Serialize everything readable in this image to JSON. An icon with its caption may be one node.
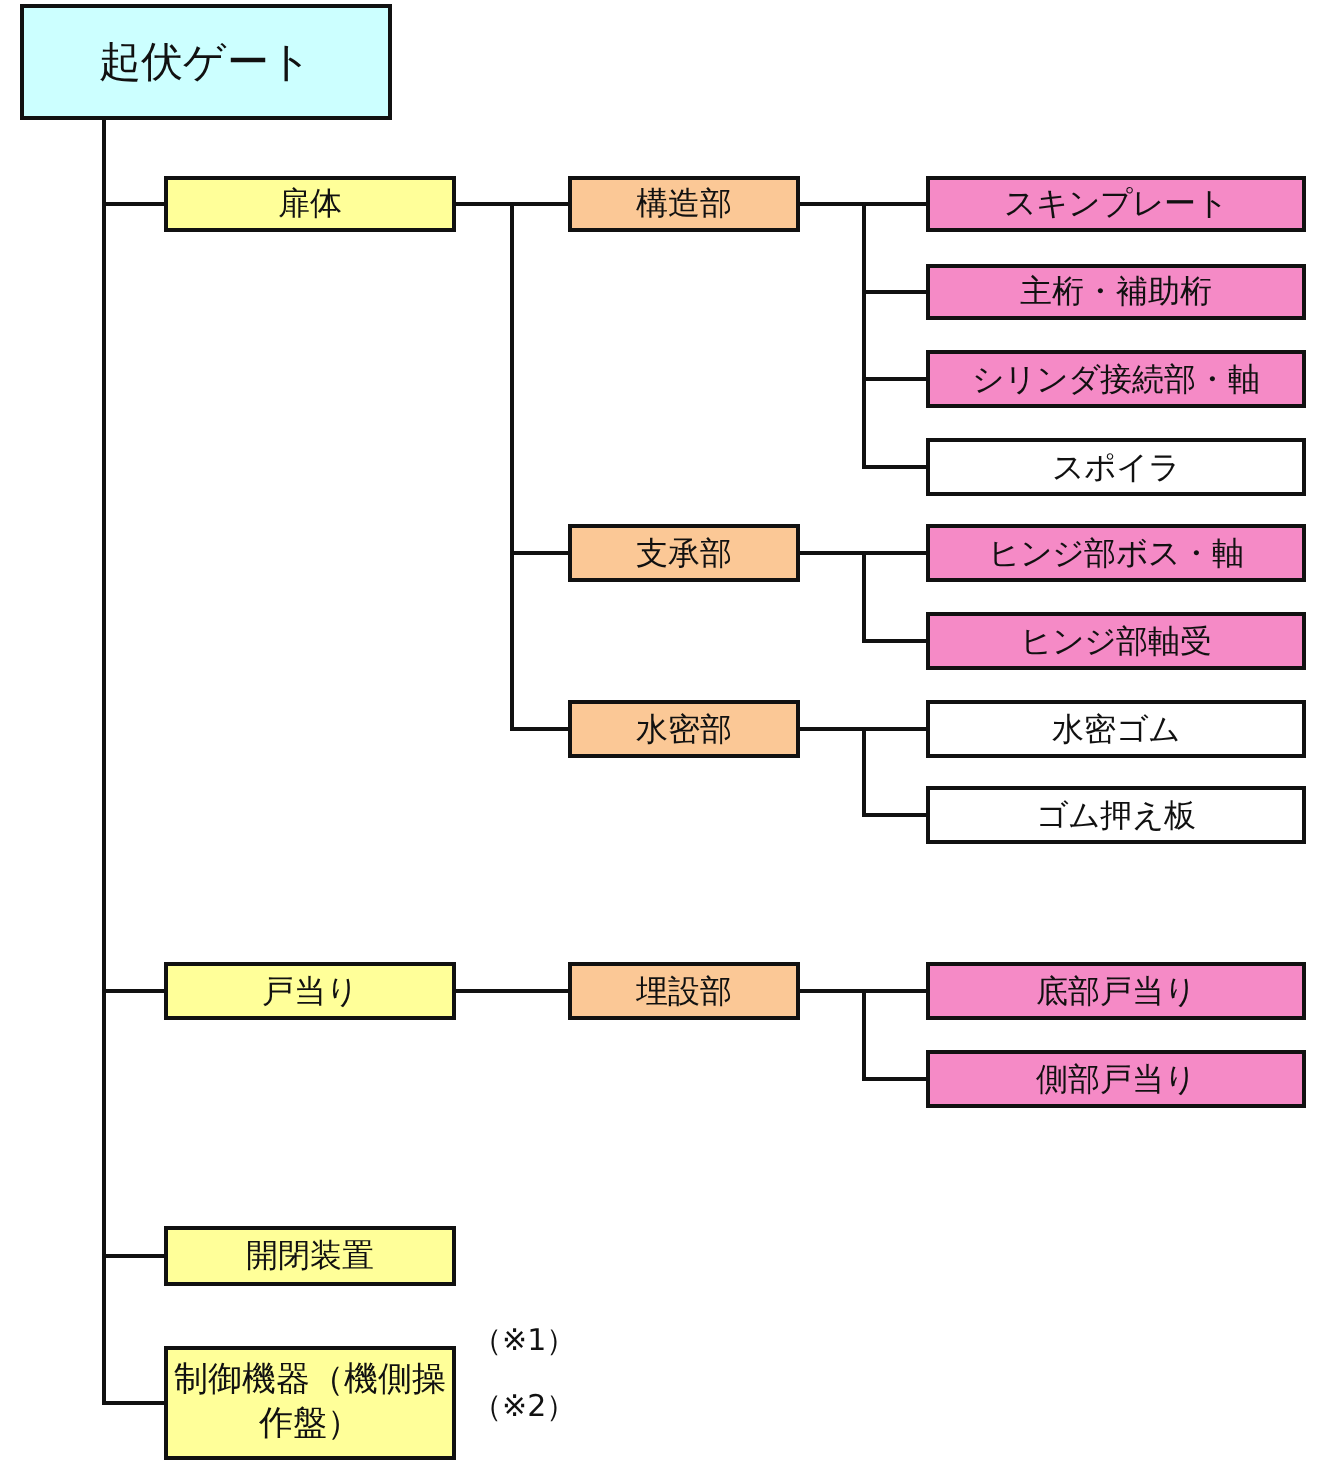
{
  "diagram": {
    "nodes": [
      {
        "text": [
          "起伏ゲート"
        ]
      },
      {
        "text": [
          "扉体"
        ]
      },
      {
        "text": [
          "構造部"
        ]
      },
      {
        "text": [
          "スキンプレート"
        ]
      },
      {
        "text": [
          "主桁・補助桁"
        ]
      },
      {
        "text": [
          "シリンダ接続部・軸"
        ]
      },
      {
        "text": [
          "スポイラ"
        ]
      },
      {
        "text": [
          "支承部"
        ]
      },
      {
        "text": [
          "ヒンジ部ボス・軸"
        ]
      },
      {
        "text": [
          "ヒンジ部軸受"
        ]
      },
      {
        "text": [
          "水密部"
        ]
      },
      {
        "text": [
          "水密ゴム"
        ]
      },
      {
        "text": [
          "ゴム押え板"
        ]
      },
      {
        "text": [
          "戸当り"
        ]
      },
      {
        "text": [
          "埋設部"
        ]
      },
      {
        "text": [
          "底部戸当り"
        ]
      },
      {
        "text": [
          "側部戸当り"
        ]
      },
      {
        "text": [
          "開閉装置"
        ]
      },
      {
        "text": [
          "制御機器（機側操作盤）"
        ],
        "beside": [
          "（※1）",
          "（※2）"
        ]
      }
    ],
    "edges": [
      {
        "from": 0,
        "to": 1,
        "arrow": "none"
      },
      {
        "from": 0,
        "to": 13,
        "arrow": "none"
      },
      {
        "from": 0,
        "to": 17,
        "arrow": "none"
      },
      {
        "from": 0,
        "to": 18,
        "arrow": "none"
      },
      {
        "from": 1,
        "to": 2,
        "arrow": "none"
      },
      {
        "from": 1,
        "to": 7,
        "arrow": "none"
      },
      {
        "from": 1,
        "to": 10,
        "arrow": "none"
      },
      {
        "from": 2,
        "to": 3,
        "arrow": "none"
      },
      {
        "from": 2,
        "to": 4,
        "arrow": "none"
      },
      {
        "from": 2,
        "to": 5,
        "arrow": "none"
      },
      {
        "from": 2,
        "to": 6,
        "arrow": "none"
      },
      {
        "from": 7,
        "to": 8,
        "arrow": "none"
      },
      {
        "from": 7,
        "to": 9,
        "arrow": "none"
      },
      {
        "from": 10,
        "to": 11,
        "arrow": "none"
      },
      {
        "from": 10,
        "to": 12,
        "arrow": "none"
      },
      {
        "from": 13,
        "to": 14,
        "arrow": "none"
      },
      {
        "from": 14,
        "to": 15,
        "arrow": "none"
      },
      {
        "from": 14,
        "to": 16,
        "arrow": "none"
      }
    ]
  }
}
